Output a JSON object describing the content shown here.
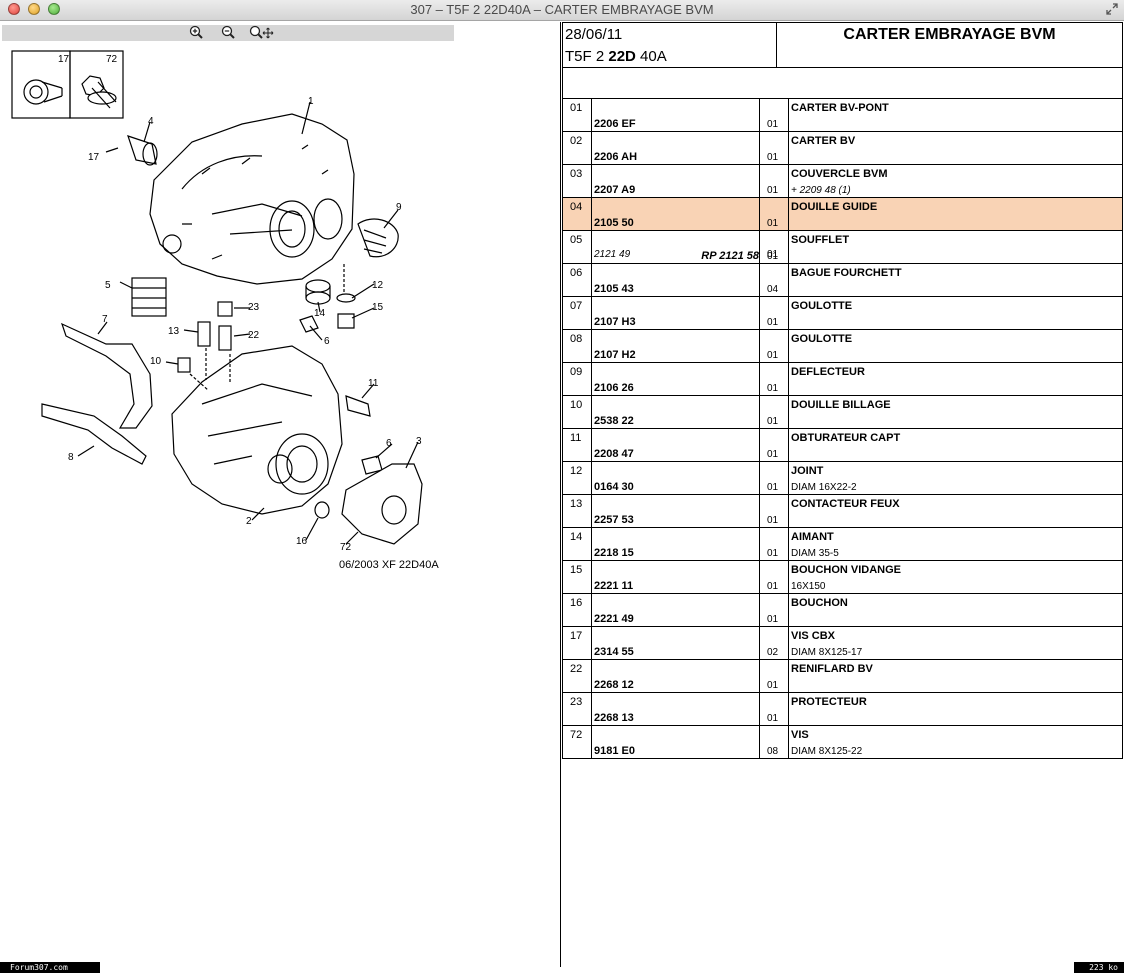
{
  "window": {
    "title": "307 – T5F 2 22D40A – CARTER EMBRAYAGE BVM"
  },
  "toolbar": {
    "icons": [
      "zoom-in-icon",
      "zoom-out-icon",
      "zoom-pan-icon"
    ]
  },
  "drawing": {
    "reference": "06/2003  XF 22D40A",
    "inset_labels": [
      "17",
      "72"
    ],
    "callouts": [
      "1",
      "4",
      "17",
      "9",
      "5",
      "12",
      "23",
      "14",
      "15",
      "13",
      "22",
      "6",
      "7",
      "10",
      "11",
      "6",
      "3",
      "8",
      "2",
      "16",
      "72"
    ]
  },
  "header": {
    "date": "28/06/11",
    "model_prefix": "T5F 2 ",
    "model_bold": "22D",
    "model_suffix": " 40A",
    "title": "CARTER EMBRAYAGE BVM"
  },
  "parts": [
    {
      "rep": "01",
      "ref": "2206 EF",
      "qty": "01",
      "designation": "CARTER BV-PONT",
      "detail": ""
    },
    {
      "rep": "02",
      "ref": "2206 AH",
      "qty": "01",
      "designation": "CARTER BV",
      "detail": ""
    },
    {
      "rep": "03",
      "ref": "2207 A9",
      "qty": "01",
      "designation": "COUVERCLE BVM",
      "detail": "+ 2209 48 (1)"
    },
    {
      "rep": "04",
      "ref": "2105 50",
      "qty": "01",
      "designation": "DOUILLE GUIDE",
      "detail": ""
    },
    {
      "rep": "05",
      "ref": "2121 49",
      "ref_rp": "RP 2121 58",
      "qty": "01",
      "qty2": "01",
      "designation": "SOUFFLET",
      "detail": ""
    },
    {
      "rep": "06",
      "ref": "2105 43",
      "qty": "04",
      "designation": "BAGUE FOURCHETT",
      "detail": ""
    },
    {
      "rep": "07",
      "ref": "2107 H3",
      "qty": "01",
      "designation": "GOULOTTE",
      "detail": ""
    },
    {
      "rep": "08",
      "ref": "2107 H2",
      "qty": "01",
      "designation": "GOULOTTE",
      "detail": ""
    },
    {
      "rep": "09",
      "ref": "2106 26",
      "qty": "01",
      "designation": "DEFLECTEUR",
      "detail": ""
    },
    {
      "rep": "10",
      "ref": "2538 22",
      "qty": "01",
      "designation": "DOUILLE BILLAGE",
      "detail": ""
    },
    {
      "rep": "11",
      "ref": "2208 47",
      "qty": "01",
      "designation": "OBTURATEUR CAPT",
      "detail": ""
    },
    {
      "rep": "12",
      "ref": "0164 30",
      "qty": "01",
      "designation": "JOINT",
      "detail": "DIAM 16X22-2"
    },
    {
      "rep": "13",
      "ref": "2257 53",
      "qty": "01",
      "designation": "CONTACTEUR FEUX",
      "detail": ""
    },
    {
      "rep": "14",
      "ref": "2218 15",
      "qty": "01",
      "designation": "AIMANT",
      "detail": "DIAM 35-5"
    },
    {
      "rep": "15",
      "ref": "2221 11",
      "qty": "01",
      "designation": "BOUCHON VIDANGE",
      "detail": "16X150"
    },
    {
      "rep": "16",
      "ref": "2221 49",
      "qty": "01",
      "designation": "BOUCHON",
      "detail": ""
    },
    {
      "rep": "17",
      "ref": "2314 55",
      "qty": "02",
      "designation": "VIS CBX",
      "detail": "DIAM 8X125-17"
    },
    {
      "rep": "22",
      "ref": "2268 12",
      "qty": "01",
      "designation": "RENIFLARD BV",
      "detail": ""
    },
    {
      "rep": "23",
      "ref": "2268 13",
      "qty": "01",
      "designation": "PROTECTEUR",
      "detail": ""
    },
    {
      "rep": "72",
      "ref": "9181 E0",
      "qty": "08",
      "designation": "VIS",
      "detail": "DIAM 8X125-22"
    }
  ],
  "highlight_color": "#f9d3b5",
  "footer": {
    "left": "Forum307.com",
    "right": "223 ko"
  }
}
